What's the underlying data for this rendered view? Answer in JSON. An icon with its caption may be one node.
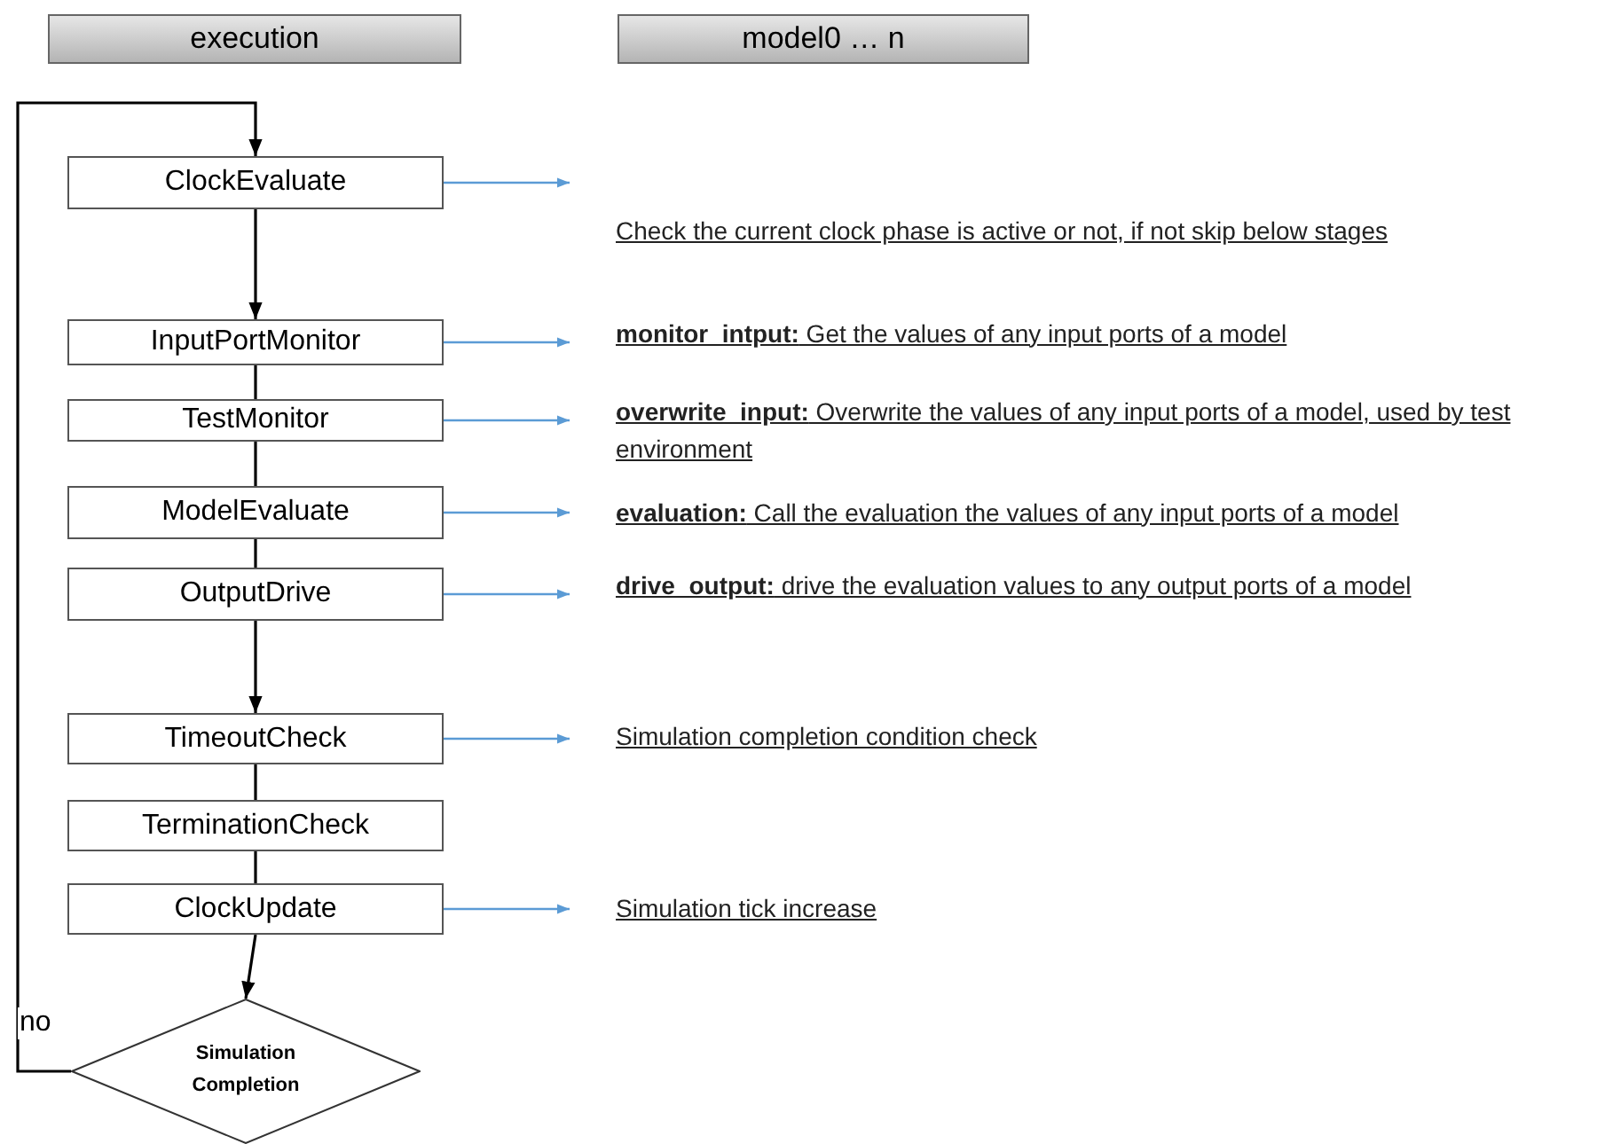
{
  "diagram": {
    "nodes": [
      {
        "text": [
          "execution"
        ]
      },
      {
        "text": [
          "model0 … n"
        ]
      },
      {
        "text": [
          "ClockEvaluate"
        ]
      },
      {
        "text": [
          "InputPortMonitor"
        ]
      },
      {
        "text": [
          "TestMonitor"
        ]
      },
      {
        "text": [
          "ModelEvaluate"
        ]
      },
      {
        "text": [
          "OutputDrive"
        ]
      },
      {
        "text": [
          "TimeoutCheck"
        ]
      },
      {
        "text": [
          "TerminationCheck"
        ]
      },
      {
        "text": [
          "ClockUpdate"
        ]
      },
      {
        "text": [
          "Simulation Completion"
        ]
      },
      {
        "text": [
          "Check the current clock phase is active or not, if not skip below stages"
        ]
      },
      {
        "text": [
          "**monitor_intput:** Get the values of any input ports of a model"
        ]
      },
      {
        "text": [
          "**overwrite_input:** Overwrite the values of any input ports of a model, used by test environment"
        ]
      },
      {
        "text": [
          "**evaluation:** Call the evaluation the values of any input ports of a model"
        ]
      },
      {
        "text": [
          "**drive_output:** drive the evaluation values to any output ports of a model"
        ]
      },
      {
        "text": [
          "Simulation completion condition check"
        ]
      },
      {
        "text": [
          "Simulation tick increase"
        ]
      }
    ],
    "edges": [
      {
        "from": 2,
        "to": 3,
        "arrow": "to"
      },
      {
        "from": 3,
        "to": 4,
        "arrow": "none"
      },
      {
        "from": 4,
        "to": 5,
        "arrow": "none"
      },
      {
        "from": 5,
        "to": 6,
        "arrow": "none"
      },
      {
        "from": 6,
        "to": 7,
        "arrow": "to"
      },
      {
        "from": 7,
        "to": 8,
        "arrow": "none"
      },
      {
        "from": 8,
        "to": 9,
        "arrow": "none"
      },
      {
        "from": 9,
        "to": 10,
        "arrow": "to"
      },
      {
        "from": 10,
        "to": 2,
        "arrow": "to",
        "label": "no"
      },
      {
        "from": 2,
        "to": 11,
        "arrow": "to",
        "color": "#5b9bd5"
      },
      {
        "from": 3,
        "to": 12,
        "arrow": "to",
        "color": "#5b9bd5"
      },
      {
        "from": 4,
        "to": 13,
        "arrow": "to",
        "color": "#5b9bd5"
      },
      {
        "from": 5,
        "to": 14,
        "arrow": "to",
        "color": "#5b9bd5"
      },
      {
        "from": 6,
        "to": 15,
        "arrow": "to",
        "color": "#5b9bd5"
      },
      {
        "from": 7,
        "to": 16,
        "arrow": "to",
        "color": "#5b9bd5"
      },
      {
        "from": 9,
        "to": 17,
        "arrow": "to",
        "color": "#5b9bd5"
      }
    ]
  }
}
